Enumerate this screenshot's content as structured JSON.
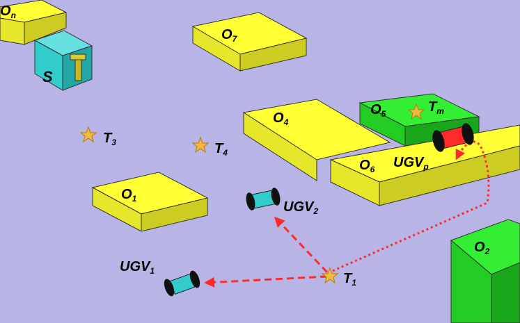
{
  "colors": {
    "background": "#b8b4e6",
    "obstacle_yellow": "#ffff33",
    "obstacle_green": "#22dd22",
    "station": "#33cccc",
    "target_star": "#f5b840",
    "ugv_friendly": "#33cccc",
    "ugv_pursuer": "#ff2a2a",
    "path": "#ff2a2a"
  },
  "obstacles": [
    {
      "id": "On",
      "base": "O",
      "sub": "n"
    },
    {
      "id": "O7",
      "base": "O",
      "sub": "7"
    },
    {
      "id": "O4",
      "base": "O",
      "sub": "4"
    },
    {
      "id": "O5",
      "base": "O",
      "sub": "5"
    },
    {
      "id": "O6",
      "base": "O",
      "sub": "6"
    },
    {
      "id": "O1",
      "base": "O",
      "sub": "1"
    },
    {
      "id": "O2",
      "base": "O",
      "sub": "2"
    }
  ],
  "station": {
    "label": "S"
  },
  "targets": [
    {
      "id": "T3",
      "base": "T",
      "sub": "3"
    },
    {
      "id": "T4",
      "base": "T",
      "sub": "4"
    },
    {
      "id": "T1",
      "base": "T",
      "sub": "1"
    },
    {
      "id": "Tm",
      "base": "T",
      "sub": "m"
    }
  ],
  "vehicles": [
    {
      "id": "UGV1",
      "base": "UGV",
      "sub": "1"
    },
    {
      "id": "UGV2",
      "base": "UGV",
      "sub": "2"
    },
    {
      "id": "UGVp",
      "base": "UGV",
      "sub": "p"
    }
  ],
  "paths": [
    {
      "from": "T1",
      "to": "UGV1",
      "style": "dashed"
    },
    {
      "from": "T1",
      "to": "UGV2",
      "style": "dashed"
    },
    {
      "from": "T1",
      "to": "UGVp",
      "style": "dotted"
    }
  ]
}
